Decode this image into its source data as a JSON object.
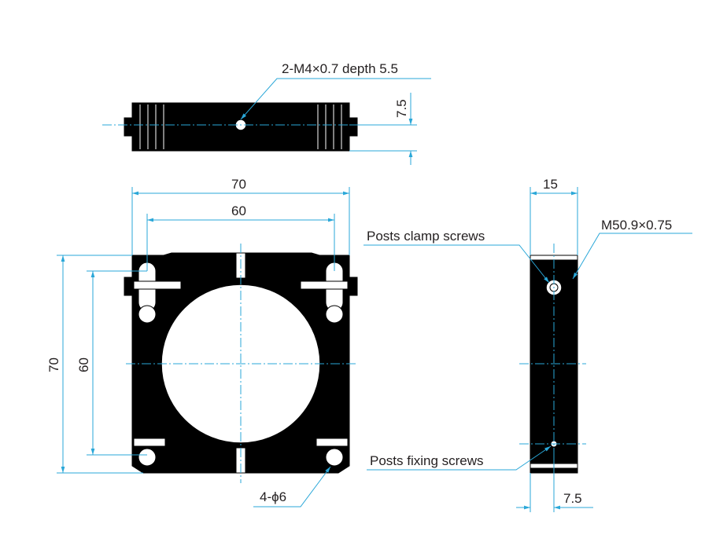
{
  "annotations": {
    "top_hole": "2-M4×0.7 depth 5.5",
    "top_height": "7.5",
    "front_width_outer": "70",
    "front_width_inner": "60",
    "front_height_outer": "70",
    "front_height_inner": "60",
    "bottom_holes": "4-ϕ6",
    "side_width": "15",
    "side_thread": "M50.9×0.75",
    "clamp_screws": "Posts clamp screws",
    "fixing_screws": "Posts fixing screws",
    "side_bottom": "7.5"
  },
  "colors": {
    "part": "#000000",
    "dimension_line": "#2aa7d8",
    "text": "#231f20"
  }
}
